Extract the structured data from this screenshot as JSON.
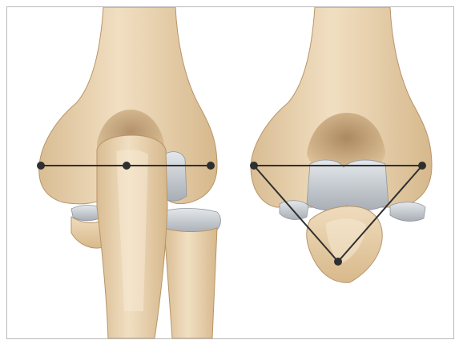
{
  "figure": {
    "panels": [
      {
        "id": "left",
        "markers": [
          "lateral-epicondyle",
          "olecranon-tip",
          "medial-epicondyle"
        ],
        "connection": "straight-line"
      },
      {
        "id": "right",
        "markers": [
          "lateral-epicondyle",
          "medial-epicondyle",
          "olecranon-tip"
        ],
        "connection": "triangle"
      }
    ],
    "colors": {
      "bone": "#ead4b0",
      "bone_shadow": "#c9a97c",
      "cartilage": "#c9ced3",
      "marker": "#2f2f2f",
      "frame": "#b8b8b8"
    }
  }
}
